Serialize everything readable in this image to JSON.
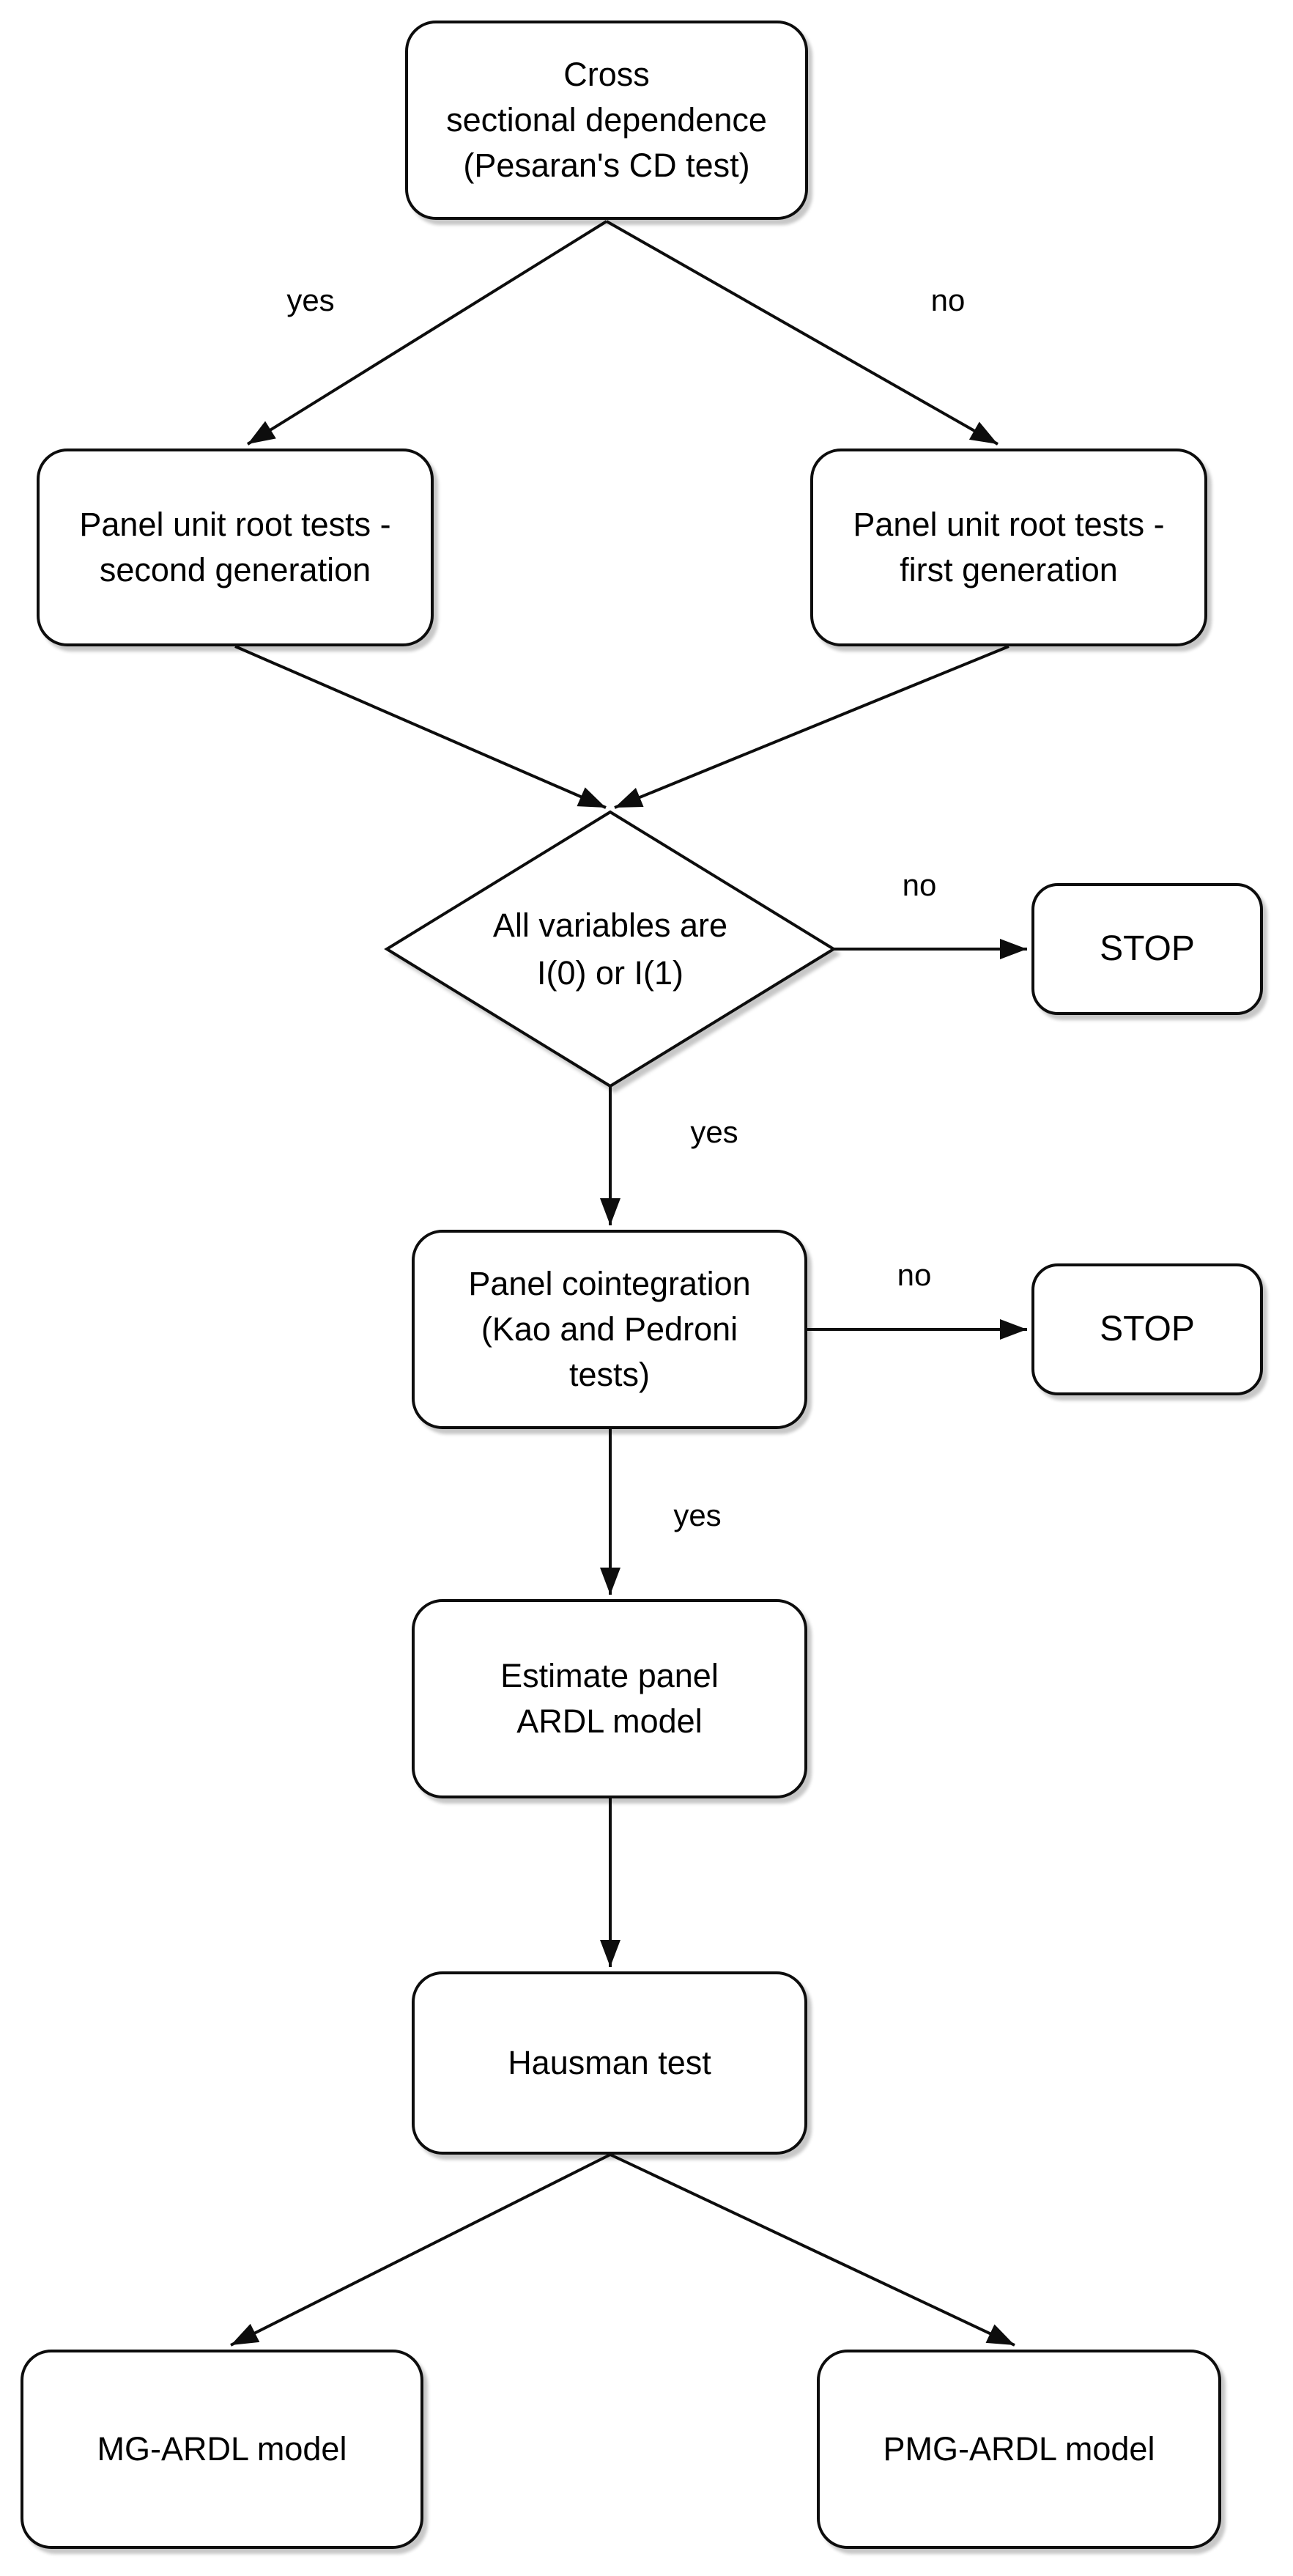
{
  "diagram": {
    "type": "flowchart",
    "colors": {
      "background": "#ffffff",
      "node_fill": "#ffffff",
      "stroke": "#0d0d0d",
      "text": "#000000"
    },
    "nodes": {
      "cross_sectional_dependence": {
        "label": "Cross\nsectional dependence\n(Pesaran's CD test)",
        "shape": "rounded-rectangle"
      },
      "unit_root_second_generation": {
        "label": "Panel unit root tests -\nsecond generation",
        "shape": "rounded-rectangle"
      },
      "unit_root_first_generation": {
        "label": "Panel unit root tests -\nfirst generation",
        "shape": "rounded-rectangle"
      },
      "all_variables_integrated": {
        "label": "All variables are\nI(0) or I(1)",
        "shape": "decision-diamond"
      },
      "stop_1": {
        "label": "STOP",
        "shape": "rounded-rectangle"
      },
      "panel_cointegration": {
        "label": "Panel cointegration\n(Kao and Pedroni\ntests)",
        "shape": "rounded-rectangle"
      },
      "stop_2": {
        "label": "STOP",
        "shape": "rounded-rectangle"
      },
      "estimate_panel_ardl": {
        "label": "Estimate panel\nARDL model",
        "shape": "rounded-rectangle"
      },
      "hausman_test": {
        "label": "Hausman test",
        "shape": "rounded-rectangle"
      },
      "mg_ardl": {
        "label": "MG-ARDL model",
        "shape": "rounded-rectangle"
      },
      "pmg_ardl": {
        "label": "PMG-ARDL model",
        "shape": "rounded-rectangle"
      }
    },
    "edge_labels": {
      "cd_yes": "yes",
      "cd_no": "no",
      "vars_no": "no",
      "vars_yes": "yes",
      "coint_no": "no",
      "coint_yes": "yes"
    }
  }
}
